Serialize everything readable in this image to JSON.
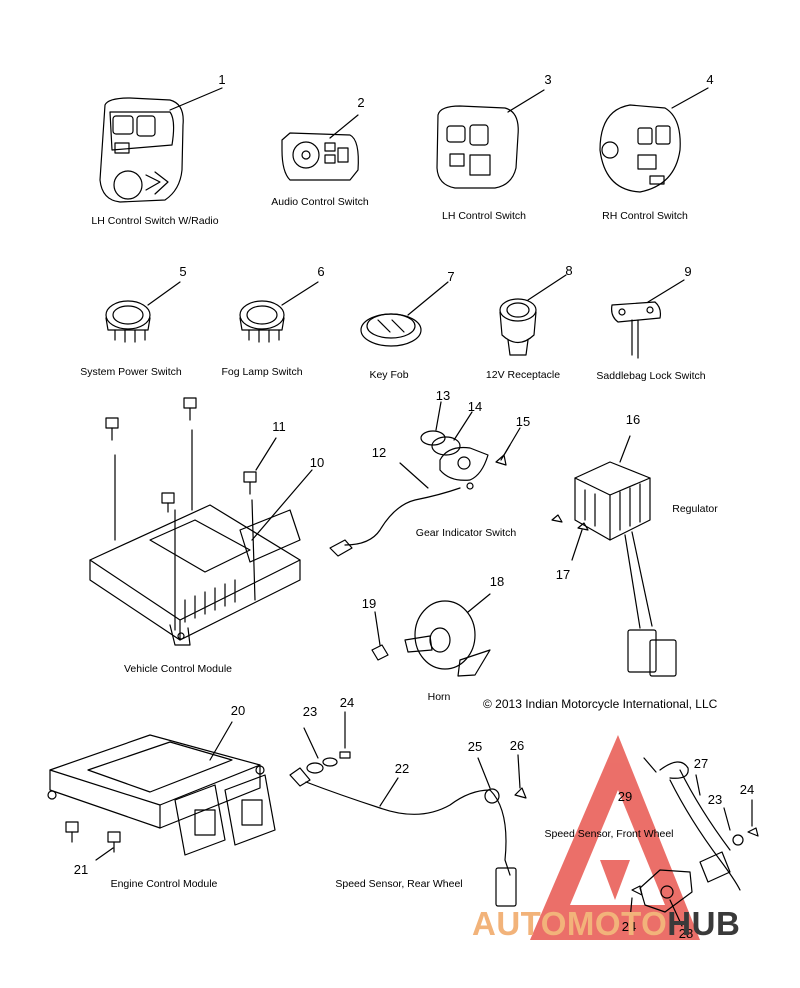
{
  "parts": [
    {
      "id": "part-lh-control-switch-radio",
      "num": "1",
      "label": "LH Control Switch W/Radio"
    },
    {
      "id": "part-audio-control-switch",
      "num": "2",
      "label": "Audio Control Switch"
    },
    {
      "id": "part-lh-control-switch",
      "num": "3",
      "label": "LH Control Switch"
    },
    {
      "id": "part-rh-control-switch",
      "num": "4",
      "label": "RH Control Switch"
    },
    {
      "id": "part-system-power-switch",
      "num": "5",
      "label": "System Power Switch"
    },
    {
      "id": "part-fog-lamp-switch",
      "num": "6",
      "label": "Fog Lamp Switch"
    },
    {
      "id": "part-key-fob",
      "num": "7",
      "label": "Key Fob"
    },
    {
      "id": "part-12v-receptacle",
      "num": "8",
      "label": "12V Receptacle"
    },
    {
      "id": "part-saddlebag-lock-switch",
      "num": "9",
      "label": "Saddlebag Lock Switch"
    },
    {
      "id": "part-vehicle-control-module",
      "num": "10",
      "label": "Vehicle Control Module"
    },
    {
      "id": "part-vcm-screw",
      "num": "11",
      "label": ""
    },
    {
      "id": "part-gear-indicator-switch",
      "num": "12",
      "label": "Gear Indicator Switch"
    },
    {
      "id": "part-o-ring",
      "num": "13",
      "label": ""
    },
    {
      "id": "part-seal",
      "num": "14",
      "label": ""
    },
    {
      "id": "part-gis-screw",
      "num": "15",
      "label": ""
    },
    {
      "id": "part-regulator",
      "num": "16",
      "label": "Regulator"
    },
    {
      "id": "part-regulator-screw",
      "num": "17",
      "label": ""
    },
    {
      "id": "part-horn",
      "num": "18",
      "label": "Horn"
    },
    {
      "id": "part-horn-nut",
      "num": "19",
      "label": ""
    },
    {
      "id": "part-engine-control-module",
      "num": "20",
      "label": "Engine Control Module"
    },
    {
      "id": "part-ecm-screw",
      "num": "21",
      "label": ""
    },
    {
      "id": "part-speed-sensor-rear",
      "num": "22",
      "label": "Speed Sensor, Rear Wheel"
    },
    {
      "id": "part-washer",
      "num": "23",
      "label": ""
    },
    {
      "id": "part-bolt",
      "num": "24",
      "label": ""
    },
    {
      "id": "part-clip",
      "num": "25",
      "label": ""
    },
    {
      "id": "part-clip-bolt",
      "num": "26",
      "label": ""
    },
    {
      "id": "part-speed-sensor-front",
      "num": "27",
      "label": "Speed Sensor, Front Wheel"
    },
    {
      "id": "part-bracket",
      "num": "28",
      "label": ""
    },
    {
      "id": "part-cable-tie",
      "num": "29",
      "label": ""
    }
  ],
  "extra_callouts": [
    {
      "id": "callout-23-front",
      "num": "23"
    },
    {
      "id": "callout-24-front",
      "num": "24"
    },
    {
      "id": "callout-24-bracket",
      "num": "24"
    }
  ],
  "copyright": "© 2013 Indian Motorcycle International, LLC",
  "watermark": {
    "part1": "AUTO",
    "part2": "MOTO",
    "part3": "HUB"
  },
  "colors": {
    "watermark_red": "#e8574f",
    "watermark_orange": "#f2b37a",
    "watermark_dark": "#3a3a3a",
    "line": "#000000"
  }
}
